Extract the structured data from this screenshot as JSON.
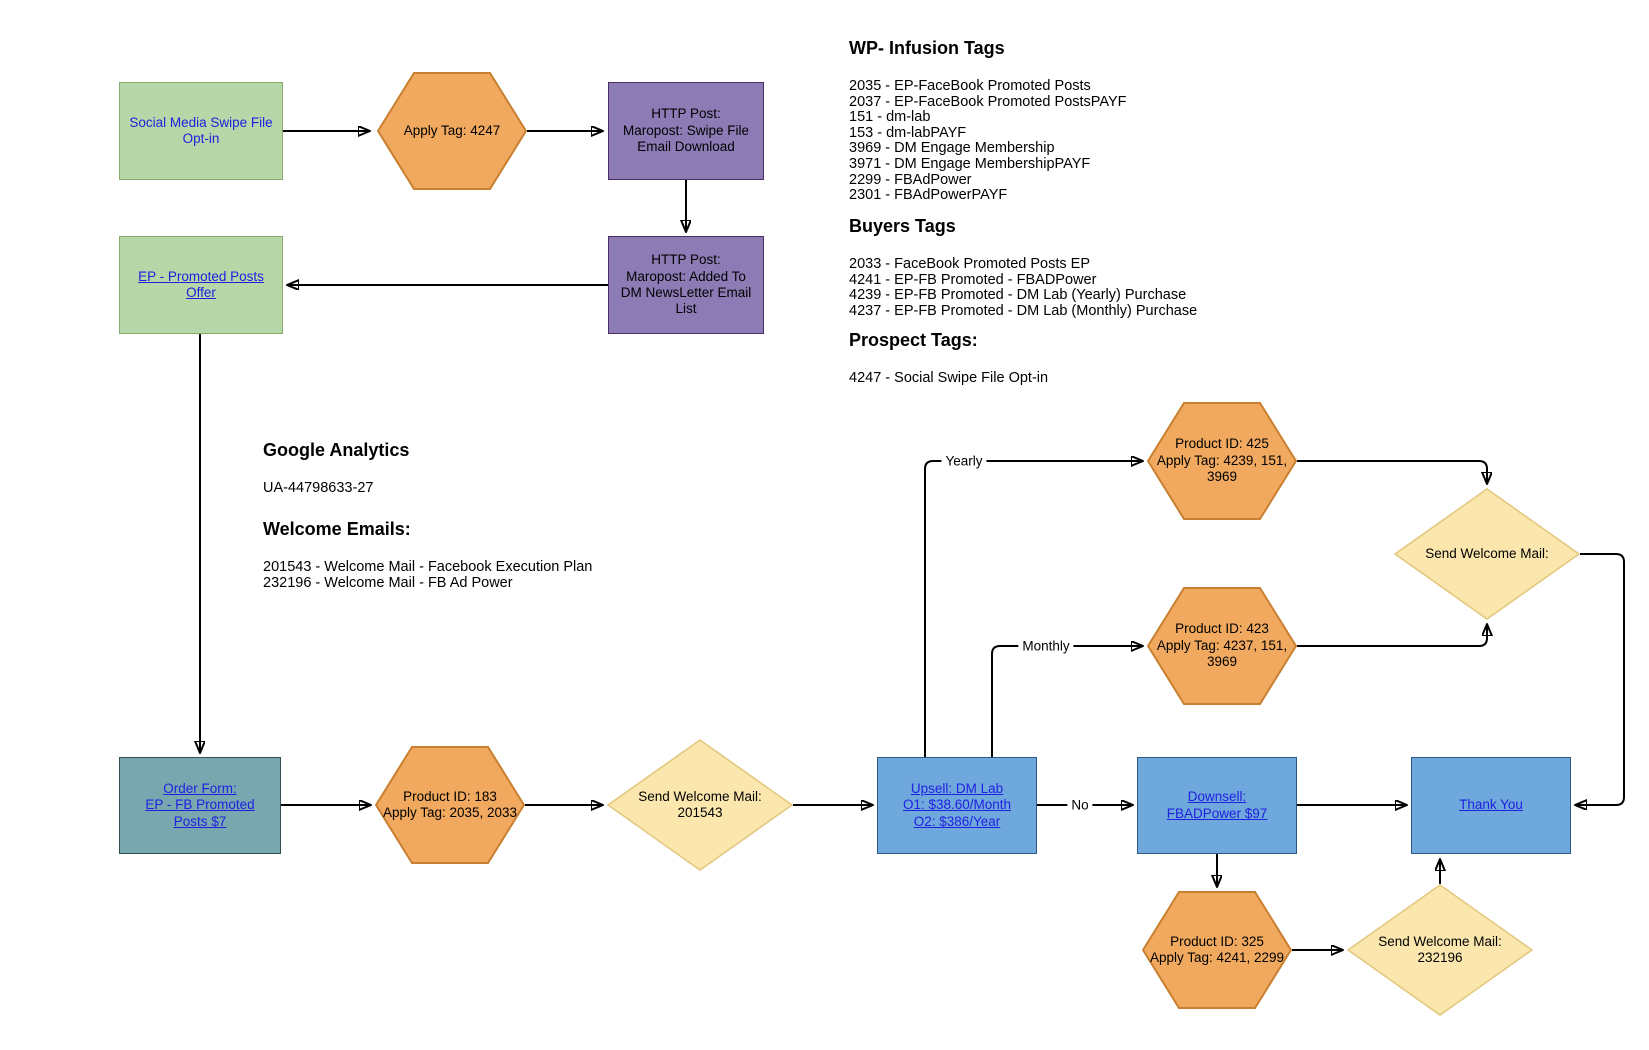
{
  "palette": {
    "green": {
      "fill": "#B7D7A8",
      "stroke": "#85A96E"
    },
    "teal": {
      "fill": "#78A7AF",
      "stroke": "#2E5154"
    },
    "purple": {
      "fill": "#8D7BB5",
      "stroke": "#4B2D63"
    },
    "orange": {
      "fill": "#F0A95F",
      "stroke": "#C87F2F"
    },
    "yellow": {
      "fill": "#FBE7AE",
      "stroke": "#E3C87E"
    },
    "blue": {
      "fill": "#6FA8DC",
      "stroke": "#2D5986"
    },
    "connector": "#000000",
    "link_text": "#2020DF",
    "shape_text": "#000000"
  },
  "nodes": {
    "optin": "Social Media Swipe File\nOpt-in",
    "tag4247": "Apply Tag: 4247",
    "http_swipe": "HTTP Post:\nMaropost: Swipe File\nEmail Download",
    "http_newsletter": "HTTP Post:\nMaropost: Added To\nDM NewsLetter Email\nList",
    "ep_offer": "EP - Promoted Posts\nOffer",
    "order_form": "Order Form:\nEP - FB Promoted\nPosts $7",
    "product183": "Product ID: 183\nApply Tag: 2035, 2033",
    "mail201543": "Send Welcome Mail:\n201543",
    "upsell": "Upsell: DM Lab\nO1: $38.60/Month\nO2: $386/Year",
    "downsell": "Downsell:\nFBADPower $97",
    "thankyou": "Thank You",
    "product425": "Product ID: 425\nApply Tag: 4239, 151,\n3969",
    "product423": "Product ID: 423\nApply Tag: 4237, 151,\n3969",
    "mail_top": "Send Welcome Mail:",
    "product325": "Product ID: 325\nApply Tag: 4241, 2299",
    "mail232196": "Send Welcome Mail:\n232196"
  },
  "edge_labels": {
    "yearly": "Yearly",
    "monthly": "Monthly",
    "no": "No"
  },
  "notes": {
    "wp_tags": {
      "title": "WP- Infusion Tags",
      "items": [
        "2035 - EP-FaceBook Promoted Posts",
        "2037 - EP-FaceBook Promoted PostsPAYF",
        "151 - dm-lab",
        "153 - dm-labPAYF",
        "3969 - DM Engage Membership",
        "3971 - DM Engage MembershipPAYF",
        "2299 - FBAdPower",
        "2301 - FBAdPowerPAYF"
      ]
    },
    "buyers_tags": {
      "title": "Buyers Tags",
      "items": [
        "2033 - FaceBook Promoted Posts EP",
        "4241 - EP-FB Promoted - FBADPower",
        "4239 - EP-FB Promoted - DM Lab (Yearly) Purchase",
        "4237 - EP-FB Promoted - DM Lab (Monthly) Purchase"
      ]
    },
    "prospect_tags": {
      "title": "Prospect Tags:",
      "items": [
        "4247 - Social Swipe File Opt-in"
      ]
    },
    "google_analytics": {
      "title": "Google Analytics",
      "items": [
        "UA-44798633-27"
      ]
    },
    "welcome_emails": {
      "title": "Welcome Emails:",
      "items": [
        "201543 - Welcome Mail - Facebook Execution Plan",
        "232196 - Welcome Mail - FB Ad Power"
      ]
    }
  }
}
